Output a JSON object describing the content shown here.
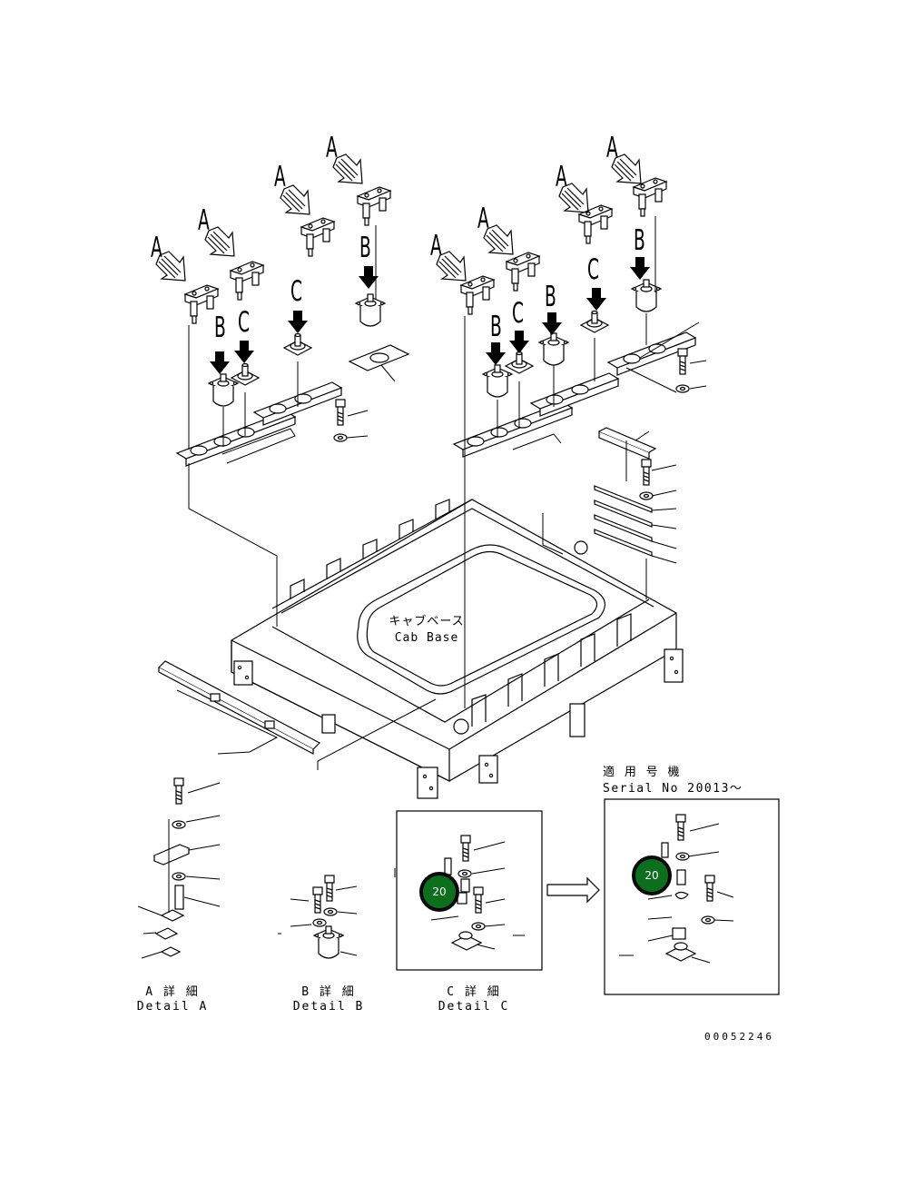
{
  "view_labels": {
    "a": "A",
    "b": "B",
    "c": "C"
  },
  "cab_base": {
    "jp": "キャブベース",
    "en": "Cab Base"
  },
  "details": [
    {
      "jp": "A 詳 細",
      "en": "Detail A"
    },
    {
      "jp": "B 詳 細",
      "en": "Detail B"
    },
    {
      "jp": "C 詳 細",
      "en": "Detail C"
    }
  ],
  "serial": {
    "jp": "適 用 号 機",
    "en": "Serial No 20013～"
  },
  "callouts": [
    {
      "label": "20"
    },
    {
      "label": "20"
    }
  ],
  "drawing_number": "00052246",
  "colors": {
    "line": "#000000",
    "callout_fill": "#0d6f1e",
    "callout_ring": "#0a0a0a",
    "callout_text": "#ffffff"
  }
}
